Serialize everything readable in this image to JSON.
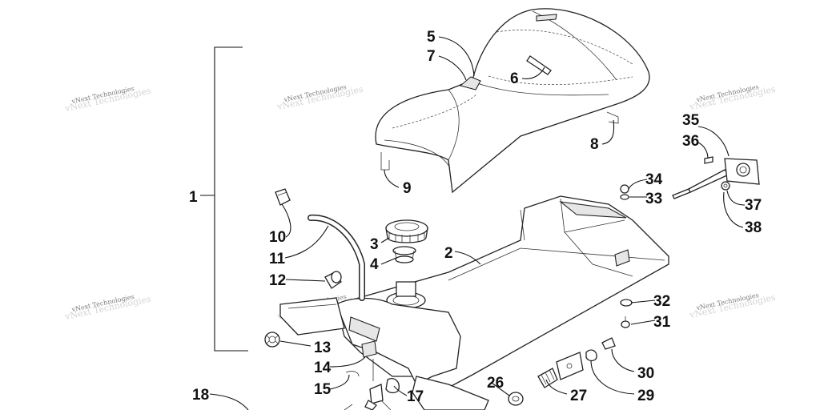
{
  "watermark": "vNext Technologies",
  "callouts": {
    "c1": "1",
    "c2": "2",
    "c3": "3",
    "c4": "4",
    "c5": "5",
    "c6": "6",
    "c7": "7",
    "c8": "8",
    "c9": "9",
    "c10": "10",
    "c11": "11",
    "c12": "12",
    "c13": "13",
    "c14": "14",
    "c15": "15",
    "c17": "17",
    "c18": "18",
    "c26": "26",
    "c27": "27",
    "c29": "29",
    "c30": "30",
    "c31": "31",
    "c32": "32",
    "c33": "33",
    "c34": "34",
    "c35": "35",
    "c36": "36",
    "c37": "37",
    "c38": "38"
  },
  "icons": {
    "seat": "seat-icon",
    "fuel_tank": "fuel-tank-icon",
    "fuel_cap": "fuel-cap-icon",
    "fuel_hose": "fuel-hose-icon",
    "fuel_valve": "fuel-valve-icon",
    "speedometer_cable": "speedometer-cable-icon"
  }
}
